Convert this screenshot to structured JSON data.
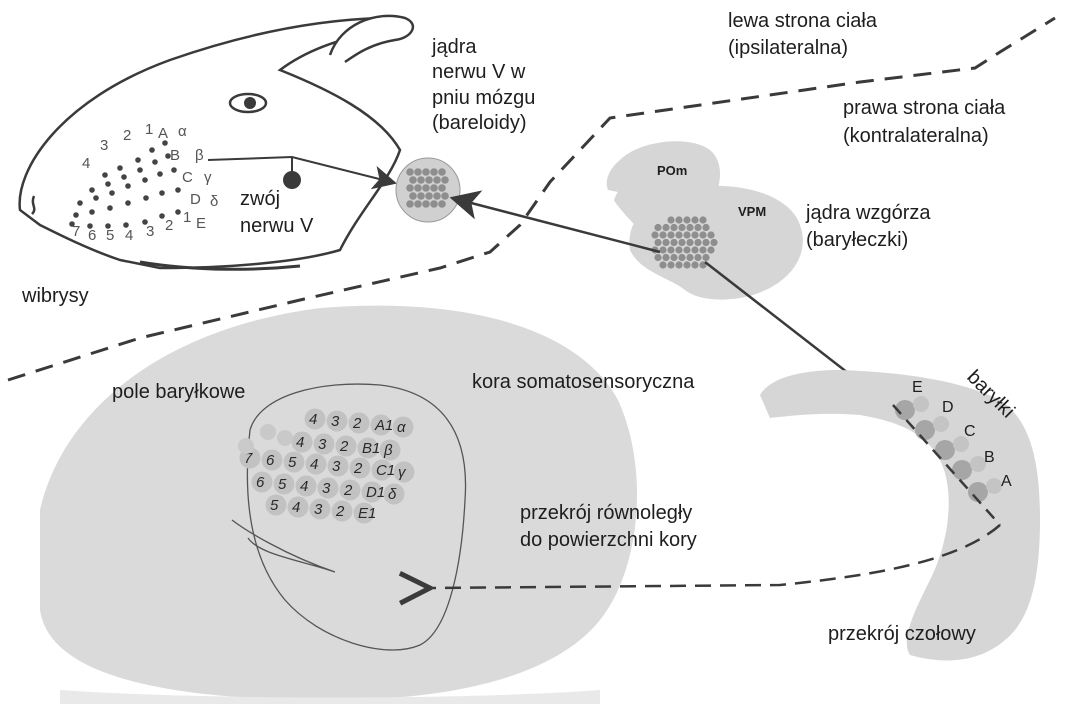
{
  "labels": {
    "left_side_line1": "lewa strona ciała",
    "left_side_line2": "(ipsilateralna)",
    "right_side_line1": "prawa strona ciała",
    "right_side_line2": "(kontralateralna)",
    "brainstem_line1": "jądra",
    "brainstem_line2": "nerwu V w",
    "brainstem_line3": "pniu mózgu",
    "brainstem_line4": "(bareloidy)",
    "ganglion_line1": "zwój",
    "ganglion_line2": "nerwu V",
    "whiskers": "wibrysy",
    "thalamus_line1": "jądra wzgórza",
    "thalamus_line2": "(baryłeczki)",
    "pom": "POm",
    "vpm": "VPM",
    "cortex": "kora somatosensoryczna",
    "barrel_field": "pole baryłkowe",
    "barrels": "baryłki",
    "parallel_line1": "przekrój równoległy",
    "parallel_line2": "do powierzchni kory",
    "coronal": "przekrój czołowy"
  },
  "whisker_labels": {
    "columns": [
      "4",
      "3",
      "2",
      "1"
    ],
    "rows": [
      "A",
      "B",
      "C",
      "D",
      "E"
    ],
    "greek": [
      "α",
      "β",
      "γ",
      "δ"
    ],
    "bottom_row": [
      "7",
      "6",
      "5",
      "4",
      "3",
      "2",
      "1"
    ]
  },
  "barrel_map": {
    "rows": [
      [
        "4",
        "3",
        "2",
        "A1",
        "α"
      ],
      [
        "4",
        "3",
        "2",
        "B1",
        "β"
      ],
      [
        "7",
        "6",
        "5",
        "4",
        "3",
        "2",
        "C1",
        "γ"
      ],
      [
        "6",
        "5",
        "4",
        "3",
        "2",
        "D1",
        "δ"
      ],
      [
        "5",
        "4",
        "3",
        "2",
        "E1"
      ]
    ]
  },
  "coronal_rows": [
    "E",
    "D",
    "C",
    "B",
    "A"
  ],
  "colors": {
    "gray_fill": "#d9d9d9",
    "nucleus_fill": "#a8a8a8",
    "line": "#3a3a3a"
  }
}
